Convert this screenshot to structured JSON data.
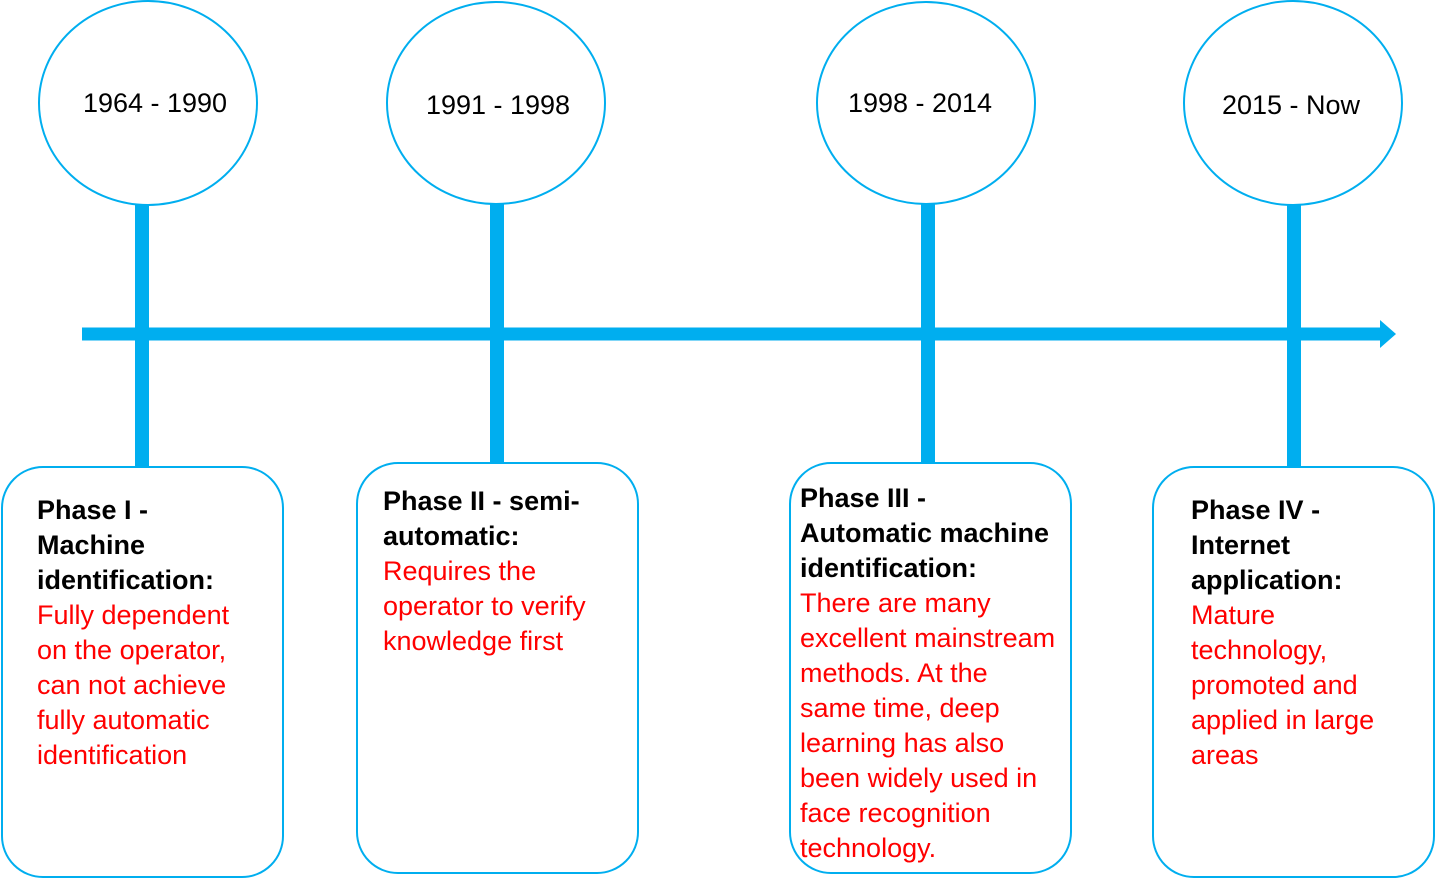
{
  "colors": {
    "accent": "#00AEEF",
    "title": "#000000",
    "description": "#FF0000"
  },
  "phases": [
    {
      "period": "1964 - 1990",
      "title": [
        "Phase I -",
        "Machine",
        "identification:"
      ],
      "description": [
        "Fully dependent",
        "on the operator,",
        "can not achieve",
        "fully automatic",
        "identification"
      ]
    },
    {
      "period": "1991 - 1998",
      "title": [
        "Phase II - semi-",
        "automatic:"
      ],
      "description": [
        "Requires the",
        "operator to verify",
        "knowledge first"
      ]
    },
    {
      "period": "1998 - 2014",
      "title": [
        "Phase III -",
        "Automatic machine",
        "identification:"
      ],
      "description": [
        "There are many",
        "excellent mainstream",
        "methods. At the",
        "same time, deep",
        "learning has also",
        "been widely used in",
        "face recognition",
        "technology."
      ]
    },
    {
      "period": "2015 - Now",
      "title": [
        "Phase IV -",
        "Internet",
        "application:"
      ],
      "description": [
        "Mature",
        "technology,",
        "promoted and",
        "applied in large",
        "areas"
      ]
    }
  ]
}
